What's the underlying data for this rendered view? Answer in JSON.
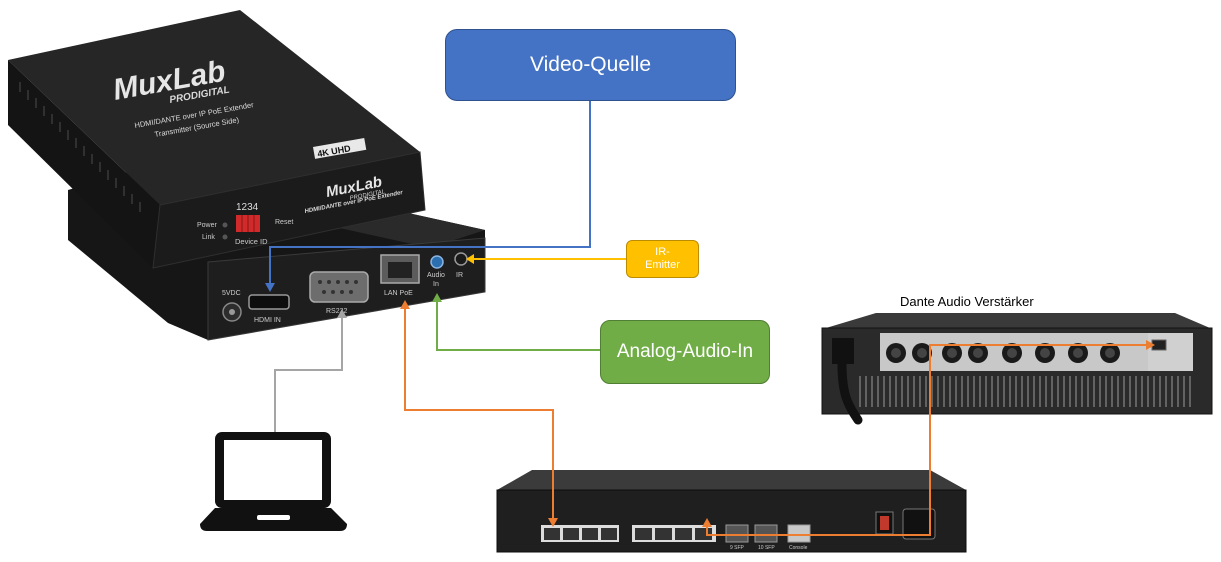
{
  "colors": {
    "video": "#4472c4",
    "audio": "#70ad47",
    "ir": "#ffc000",
    "lan": "#ed7d31",
    "rs232": "#a5a5a5",
    "device": "#1c1c1c"
  },
  "labels": {
    "video_source": "Video-Quelle",
    "analog_audio_in": "Analog-Audio-In",
    "ir_emitter": "IR-\nEmitter",
    "dante_amp": "Dante Audio Verstärker"
  },
  "transmitter": {
    "brand": "MuxLab",
    "brand_sub": "PRODIGITAL",
    "title_line1": "HDMI/DANTE over IP PoE Extender",
    "title_line2": "Transmitter (Source Side)",
    "badge": "4K UHD",
    "front_brand": "MuxLab",
    "front_sub": "PRODIGITAL",
    "front_title": "HDMI/DANTE over IP PoE Extender",
    "power_label": "Power",
    "link_label": "Link",
    "dip_numbers": "1234",
    "device_id_label": "Device ID",
    "reset_label": "Reset",
    "port_5vdc": "5VDC",
    "port_hdmi": "HDMI IN",
    "port_rs232": "RS232",
    "port_lan": "LAN PoE",
    "port_audio_1": "Audio",
    "port_audio_2": "In",
    "port_ir": "IR"
  },
  "switch": {
    "console_label": "Console",
    "sfp1_label": "9 SFP",
    "sfp2_label": "10 SFP"
  }
}
